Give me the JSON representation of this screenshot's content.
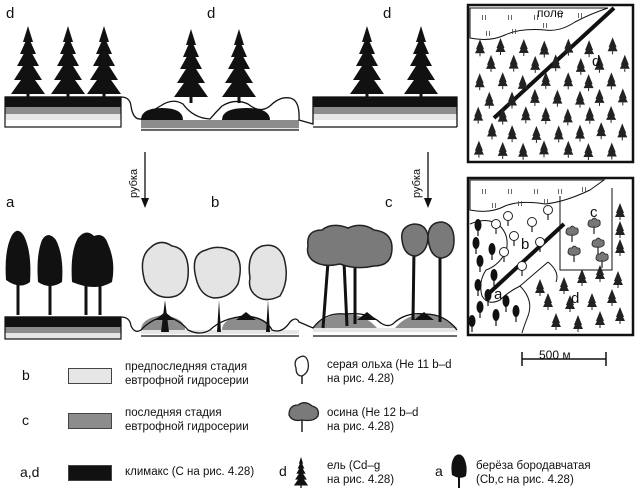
{
  "panel_letters": {
    "d1": "d",
    "d2": "d",
    "d3": "d",
    "a": "a",
    "b": "b",
    "c": "c",
    "map_top_d": "d",
    "map_top_field": "поле",
    "map_b_a": "a",
    "map_b_b": "b",
    "map_b_c": "c",
    "map_b_d": "d"
  },
  "arrows": {
    "left": "рубка",
    "right": "рубка"
  },
  "scale_bar": "500 м",
  "legend": {
    "b_key": "b",
    "b_text1": "предпоследняя стадия",
    "b_text2": "евтрофной гидросерии",
    "c_key": "c",
    "c_text1": "последняя стадия",
    "c_text2": "евтрофной гидросерии",
    "ad_key": "a,d",
    "ad_text": "климакс (С на рис. 4.28)",
    "alder_text1": "серая ольха (He 11 b–d",
    "alder_text2": "на рис. 4.28)",
    "aspen_text1": "осина (He 12 b–d",
    "aspen_text2": "на рис. 4.28)",
    "spruce_key": "d",
    "spruce_text1": "ель (Cd–g",
    "spruce_text2": "на рис. 4.28)",
    "birch_key": "a",
    "birch_text1": "берёза бородавчатая",
    "birch_text2": "(Cb,c на рис. 4.28)"
  },
  "colors": {
    "stage_b": "#e6e6e6",
    "stage_c": "#8c8c8c",
    "climax": "#111111",
    "crown_alder": "#dcdcdc",
    "crown_aspen": "#7a7a7a"
  }
}
